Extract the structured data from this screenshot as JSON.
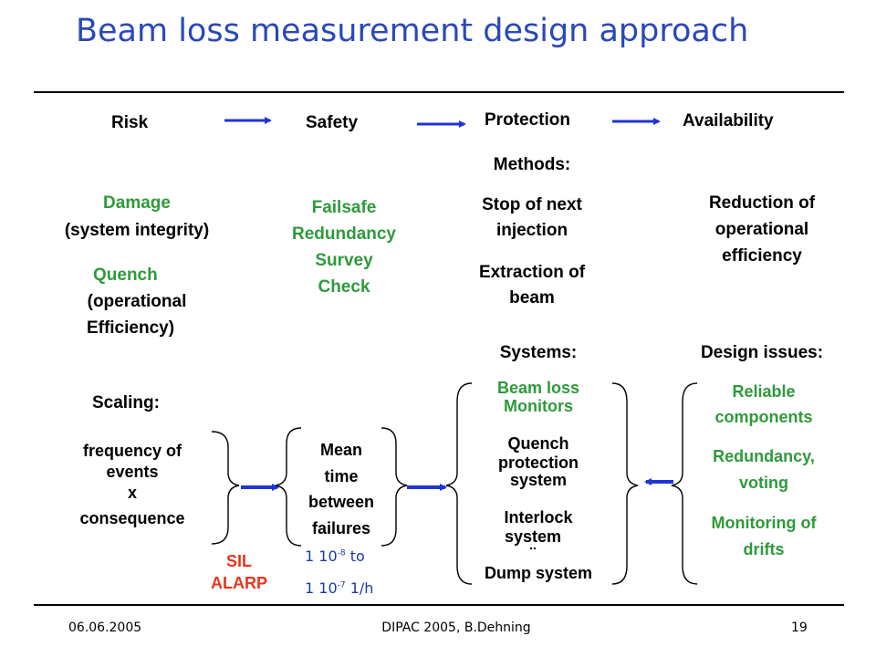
{
  "title": "Beam loss measurement design approach",
  "flow": {
    "risk": "Risk",
    "safety": "Safety",
    "protection": "Protection",
    "availability": "Availability"
  },
  "risk": {
    "damage": "Damage",
    "damage_sub": "(system integrity)",
    "quench": "Quench",
    "quench_sub1": "(operational",
    "quench_sub2": "Efficiency)"
  },
  "safety": {
    "items": [
      "Failsafe",
      "Redundancy",
      "Survey",
      "Check"
    ]
  },
  "protection": {
    "methods_label": "Methods:",
    "method1_l1": "Stop of next",
    "method1_l2": "injection",
    "method2_l1": "Extraction of",
    "method2_l2": "beam"
  },
  "availability": {
    "l1": "Reduction of",
    "l2": "operational",
    "l3": "efficiency"
  },
  "scaling": {
    "label": "Scaling:",
    "l1": "frequency of",
    "l2": "events",
    "l3": "x",
    "l4": "consequence",
    "sil": "SIL",
    "alarp": "ALARP"
  },
  "mtbf": {
    "l1": "Mean",
    "l2": "time",
    "l3": "between",
    "l4": "failures",
    "rate1_pre": "1 10",
    "rate1_exp": "-8",
    "rate1_post": " to",
    "rate2_pre": "1 10",
    "rate2_exp": "-7",
    "rate2_post": " 1/h"
  },
  "systems": {
    "label": "Systems:",
    "blm_l1": "Beam loss",
    "blm_l2": "Monitors",
    "qps_l1": "Quench",
    "qps_l2": "protection",
    "qps_l3": "system",
    "interlock_l1": "Interlock",
    "interlock_l2": "system",
    "ellipsis": "..",
    "dump": "Dump system"
  },
  "design": {
    "label": "Design issues:",
    "reliable_l1": "Reliable",
    "reliable_l2": "components",
    "redundancy_l1": "Redundancy,",
    "redundancy_l2": "voting",
    "monitoring_l1": "Monitoring of",
    "monitoring_l2": "drifts"
  },
  "footer": {
    "date": "06.06.2005",
    "center": "DIPAC 2005, B.Dehning",
    "page": "19"
  },
  "colors": {
    "title": "#2a49b8",
    "green": "#2e9a3b",
    "red": "#e8341c",
    "blue_text": "#1a3aa3",
    "arrow": "#1f35d6"
  }
}
